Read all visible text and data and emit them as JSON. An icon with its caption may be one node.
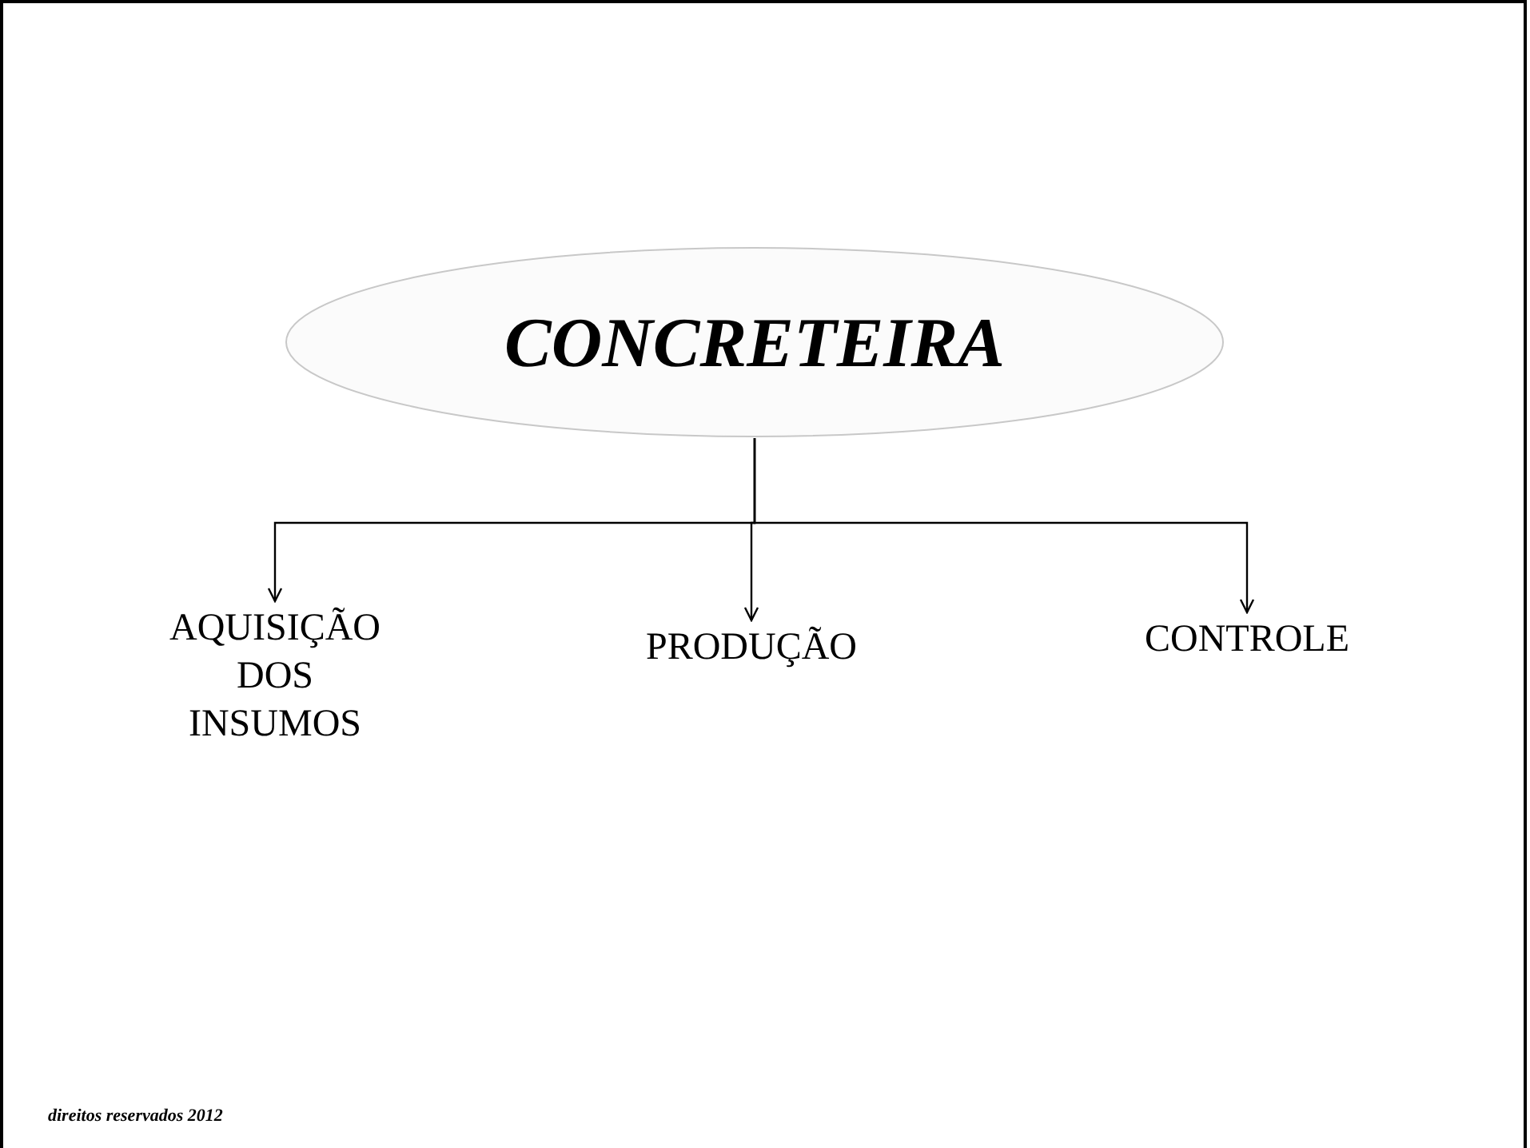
{
  "diagram": {
    "nodes": [
      {
        "text": [
          "CONCRETEIRA"
        ]
      },
      {
        "text": [
          "AQUISIÇÃO DOS INSUMOS"
        ]
      },
      {
        "text": [
          "PRODUÇÃO"
        ]
      },
      {
        "text": [
          "CONTROLE"
        ]
      }
    ],
    "edges": [
      {
        "from": 0,
        "to": 1,
        "arrow": "to"
      },
      {
        "from": 0,
        "to": 2,
        "arrow": "to"
      },
      {
        "from": 0,
        "to": 3,
        "arrow": "to"
      }
    ],
    "labels": [
      "direitos reservados 2012"
    ]
  }
}
